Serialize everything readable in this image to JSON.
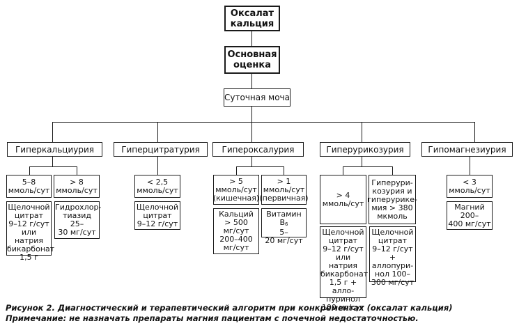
{
  "diagram": {
    "root": "Оксалат\nкальция",
    "assessment": "Основная\nоценка",
    "urine": "Суточная моча",
    "categories": {
      "hypercalciuria": "Гиперкальциурия",
      "hypocitraturia": "Гиперцитратурия",
      "hyperoxaluria": "Гипероксалурия",
      "hyperuricosuria": "Гиперурикозурия",
      "hypomagnesiuria": "Гипомагнезиурия"
    },
    "conditions": {
      "hypercalciuria_1": "5–8\nммоль/сут",
      "hypercalciuria_2": "> 8\nммоль/сут",
      "hypocitraturia": "< 2,5\nммоль/сут",
      "hyperoxaluria_1": "> 5\nммоль/сут\n(кишечная)",
      "hyperoxaluria_2": "> 1\nммоль/сут\n(первичная)",
      "hyperuricosuria_1": "> 4\nммоль/сут",
      "hyperuricosuria_2": "Гиперури-\nкозурия и\nгиперурике-\nмия > 380\nмкмоль",
      "hypomagnesiuria": "< 3\nммоль/сут"
    },
    "treatments": {
      "hypercalciuria_1": "Щелочной\nцитрат\n9–12 г/сут\nили натрия\nбикарбонат\n1,5 г",
      "hypercalciuria_2": "Гидрохлор-\nтиазид\n25–\n30 мг/сут",
      "hypocitraturia": "Щелочной\nцитрат\n9–12 г/сут",
      "hyperoxaluria_1": "Кальций\n> 500\nмг/сут\n200–400\nмг/сут",
      "hyperoxaluria_2_name": "Витамин B",
      "hyperoxaluria_2_sub": "6",
      "hyperoxaluria_2_dose": "5–\n20 мг/сут",
      "hyperuricosuria_1": "Щелочной\nцитрат\n9–12 г/сут\nили натрия\nбикарбонат\n1,5 г + алло-\nпуринол\n100 мг/сут",
      "hyperuricosuria_2": "Щелочной\nцитрат\n9–12 г/сут\n+ аллопури-\nнол 100–\n300 мг/сут",
      "hypomagnesiuria": "Магний\n200–\n400 мг/сут"
    }
  },
  "caption": {
    "title": "Рисунок 2. Диагностический и терапевтический алгоритм при конкрементах (оксалат кальция)",
    "note": "Примечание: не назначать препараты магния пациентам с почечной недостаточностью."
  }
}
